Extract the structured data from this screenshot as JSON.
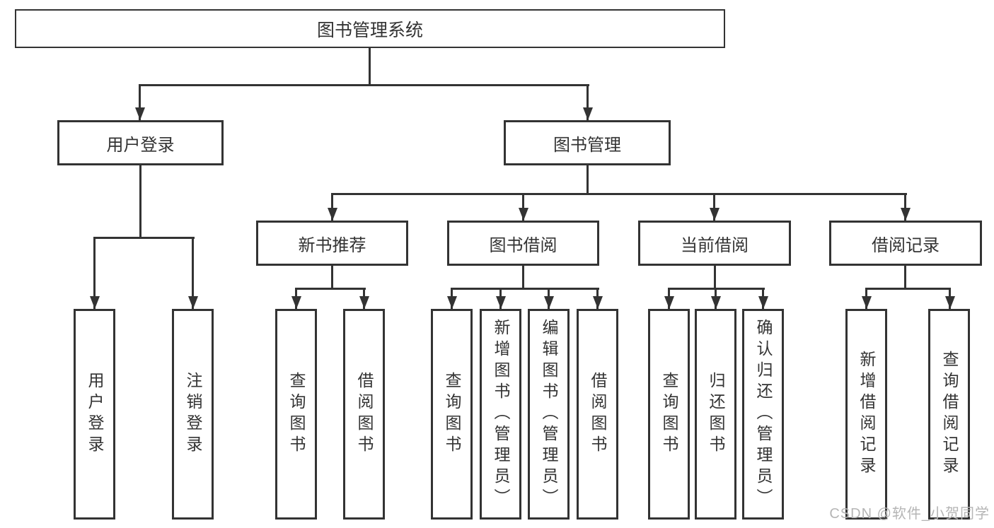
{
  "nodes": {
    "root": {
      "label": "图书管理系统"
    },
    "user_login": {
      "label": "用户登录"
    },
    "book_mgmt": {
      "label": "图书管理"
    },
    "new_book_rec": {
      "label": "新书推荐"
    },
    "book_borrow": {
      "label": "图书借阅"
    },
    "current_borrow": {
      "label": "当前借阅"
    },
    "borrow_records": {
      "label": "借阅记录"
    },
    "leaf_user_login": {
      "label": "用户登录"
    },
    "leaf_logout": {
      "label": "注销登录"
    },
    "leaf_rec_query": {
      "label": "查询图书"
    },
    "leaf_rec_borrow": {
      "label": "借阅图书"
    },
    "leaf_bb_query": {
      "label": "查询图书"
    },
    "leaf_bb_add": {
      "label": "新增图书（管理员）"
    },
    "leaf_bb_edit": {
      "label": "编辑图书（管理员）"
    },
    "leaf_bb_borrow": {
      "label": "借阅图书"
    },
    "leaf_cb_query": {
      "label": "查询图书"
    },
    "leaf_cb_return": {
      "label": "归还图书"
    },
    "leaf_cb_confirm": {
      "label": "确认归还（管理员）"
    },
    "leaf_br_add": {
      "label": "新增借阅记录"
    },
    "leaf_br_query": {
      "label": "查询借阅记录"
    }
  },
  "hierarchy": {
    "图书管理系统": {
      "用户登录": [
        "用户登录",
        "注销登录"
      ],
      "图书管理": {
        "新书推荐": [
          "查询图书",
          "借阅图书"
        ],
        "图书借阅": [
          "查询图书",
          "新增图书（管理员）",
          "编辑图书（管理员）",
          "借阅图书"
        ],
        "当前借阅": [
          "查询图书",
          "归还图书",
          "确认归还（管理员）"
        ],
        "借阅记录": [
          "新增借阅记录",
          "查询借阅记录"
        ]
      }
    }
  },
  "watermark": {
    "text": "CSDN @软件_小贺同学",
    "color": "#b5b5b5"
  },
  "colors": {
    "line": "#333333",
    "text": "#333333",
    "background": "#ffffff"
  }
}
